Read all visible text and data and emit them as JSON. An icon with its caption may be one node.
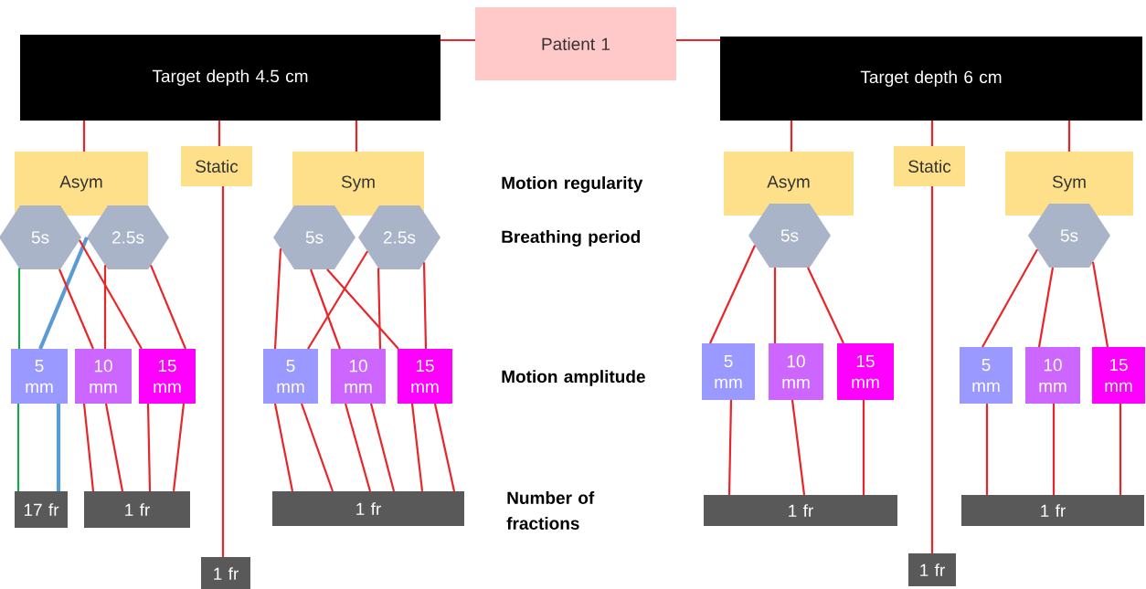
{
  "diagram": {
    "nodes": [
      {
        "text": [
          "Patient 1"
        ]
      },
      {
        "text": [
          "Target depth 4.5 cm"
        ]
      },
      {
        "text": [
          "Target depth 6 cm"
        ]
      },
      {
        "text": [
          "Asym"
        ]
      },
      {
        "text": [
          "Static"
        ]
      },
      {
        "text": [
          "Sym"
        ]
      },
      {
        "text": [
          "5s"
        ]
      },
      {
        "text": [
          "2.5s"
        ]
      },
      {
        "text": [
          "5s"
        ]
      },
      {
        "text": [
          "2.5s"
        ]
      },
      {
        "text": [
          "5 mm"
        ]
      },
      {
        "text": [
          "10 mm"
        ]
      },
      {
        "text": [
          "15 mm"
        ]
      },
      {
        "text": [
          "5 mm"
        ]
      },
      {
        "text": [
          "10 mm"
        ]
      },
      {
        "text": [
          "15 mm"
        ]
      },
      {
        "text": [
          "17 fr"
        ]
      },
      {
        "text": [
          "1 fr"
        ]
      },
      {
        "text": [
          "1 fr"
        ]
      },
      {
        "text": [
          "1 fr"
        ]
      },
      {
        "text": [
          "Asym"
        ]
      },
      {
        "text": [
          "Static"
        ]
      },
      {
        "text": [
          "Sym"
        ]
      },
      {
        "text": [
          "5s"
        ]
      },
      {
        "text": [
          "5s"
        ]
      },
      {
        "text": [
          "5 mm"
        ]
      },
      {
        "text": [
          "10 mm"
        ]
      },
      {
        "text": [
          "15 mm"
        ]
      },
      {
        "text": [
          "5 mm"
        ]
      },
      {
        "text": [
          "10 mm"
        ]
      },
      {
        "text": [
          "15 mm"
        ]
      },
      {
        "text": [
          "1 fr"
        ]
      },
      {
        "text": [
          "1 fr"
        ]
      },
      {
        "text": [
          "1 fr"
        ]
      }
    ],
    "edges": [
      {
        "from": 0,
        "to": 1,
        "arrow": "none"
      },
      {
        "from": 0,
        "to": 2,
        "arrow": "none"
      },
      {
        "from": 1,
        "to": 3,
        "arrow": "none"
      },
      {
        "from": 1,
        "to": 4,
        "arrow": "none"
      },
      {
        "from": 4,
        "to": 19,
        "arrow": "none"
      },
      {
        "from": 1,
        "to": 5,
        "arrow": "none"
      },
      {
        "from": 2,
        "to": 20,
        "arrow": "none"
      },
      {
        "from": 2,
        "to": 21,
        "arrow": "none"
      },
      {
        "from": 2,
        "to": 22,
        "arrow": "none"
      },
      {
        "from": 21,
        "to": 33,
        "arrow": "none"
      },
      {
        "from": 6,
        "to": 10,
        "arrow": "none",
        "color": "#1aa34a"
      },
      {
        "from": 7,
        "to": 10,
        "arrow": "none",
        "color": "#5b9bd5",
        "style": "thick"
      },
      {
        "from": 6,
        "to": 11,
        "arrow": "none"
      },
      {
        "from": 7,
        "to": 11,
        "arrow": "none"
      },
      {
        "from": 6,
        "to": 12,
        "arrow": "none"
      },
      {
        "from": 7,
        "to": 12,
        "arrow": "none"
      },
      {
        "from": 10,
        "to": 16,
        "arrow": "none",
        "color": "#1aa34a"
      },
      {
        "from": 10,
        "to": 16,
        "arrow": "none",
        "color": "#5b9bd5",
        "style": "thick"
      },
      {
        "from": 11,
        "to": 17,
        "arrow": "none"
      },
      {
        "from": 11,
        "to": 17,
        "arrow": "none"
      },
      {
        "from": 12,
        "to": 17,
        "arrow": "none"
      },
      {
        "from": 12,
        "to": 17,
        "arrow": "none"
      },
      {
        "from": 8,
        "to": 13,
        "arrow": "none"
      },
      {
        "from": 9,
        "to": 13,
        "arrow": "none"
      },
      {
        "from": 8,
        "to": 14,
        "arrow": "none"
      },
      {
        "from": 8,
        "to": 15,
        "arrow": "none"
      },
      {
        "from": 9,
        "to": 14,
        "arrow": "none"
      },
      {
        "from": 9,
        "to": 15,
        "arrow": "none"
      },
      {
        "from": 13,
        "to": 18,
        "arrow": "none"
      },
      {
        "from": 13,
        "to": 18,
        "arrow": "none"
      },
      {
        "from": 14,
        "to": 18,
        "arrow": "none"
      },
      {
        "from": 14,
        "to": 18,
        "arrow": "none"
      },
      {
        "from": 15,
        "to": 18,
        "arrow": "none"
      },
      {
        "from": 15,
        "to": 18,
        "arrow": "none"
      },
      {
        "from": 23,
        "to": 25,
        "arrow": "none"
      },
      {
        "from": 23,
        "to": 26,
        "arrow": "none"
      },
      {
        "from": 23,
        "to": 27,
        "arrow": "none"
      },
      {
        "from": 25,
        "to": 31,
        "arrow": "none"
      },
      {
        "from": 26,
        "to": 31,
        "arrow": "none"
      },
      {
        "from": 27,
        "to": 31,
        "arrow": "none"
      },
      {
        "from": 24,
        "to": 28,
        "arrow": "none"
      },
      {
        "from": 24,
        "to": 29,
        "arrow": "none"
      },
      {
        "from": 24,
        "to": 30,
        "arrow": "none"
      },
      {
        "from": 28,
        "to": 32,
        "arrow": "none"
      },
      {
        "from": 29,
        "to": 32,
        "arrow": "none"
      },
      {
        "from": 30,
        "to": 32,
        "arrow": "none"
      }
    ],
    "labels": [
      "Motion regularity",
      "Breathing period",
      "Motion amplitude",
      "Number of fractions"
    ]
  }
}
